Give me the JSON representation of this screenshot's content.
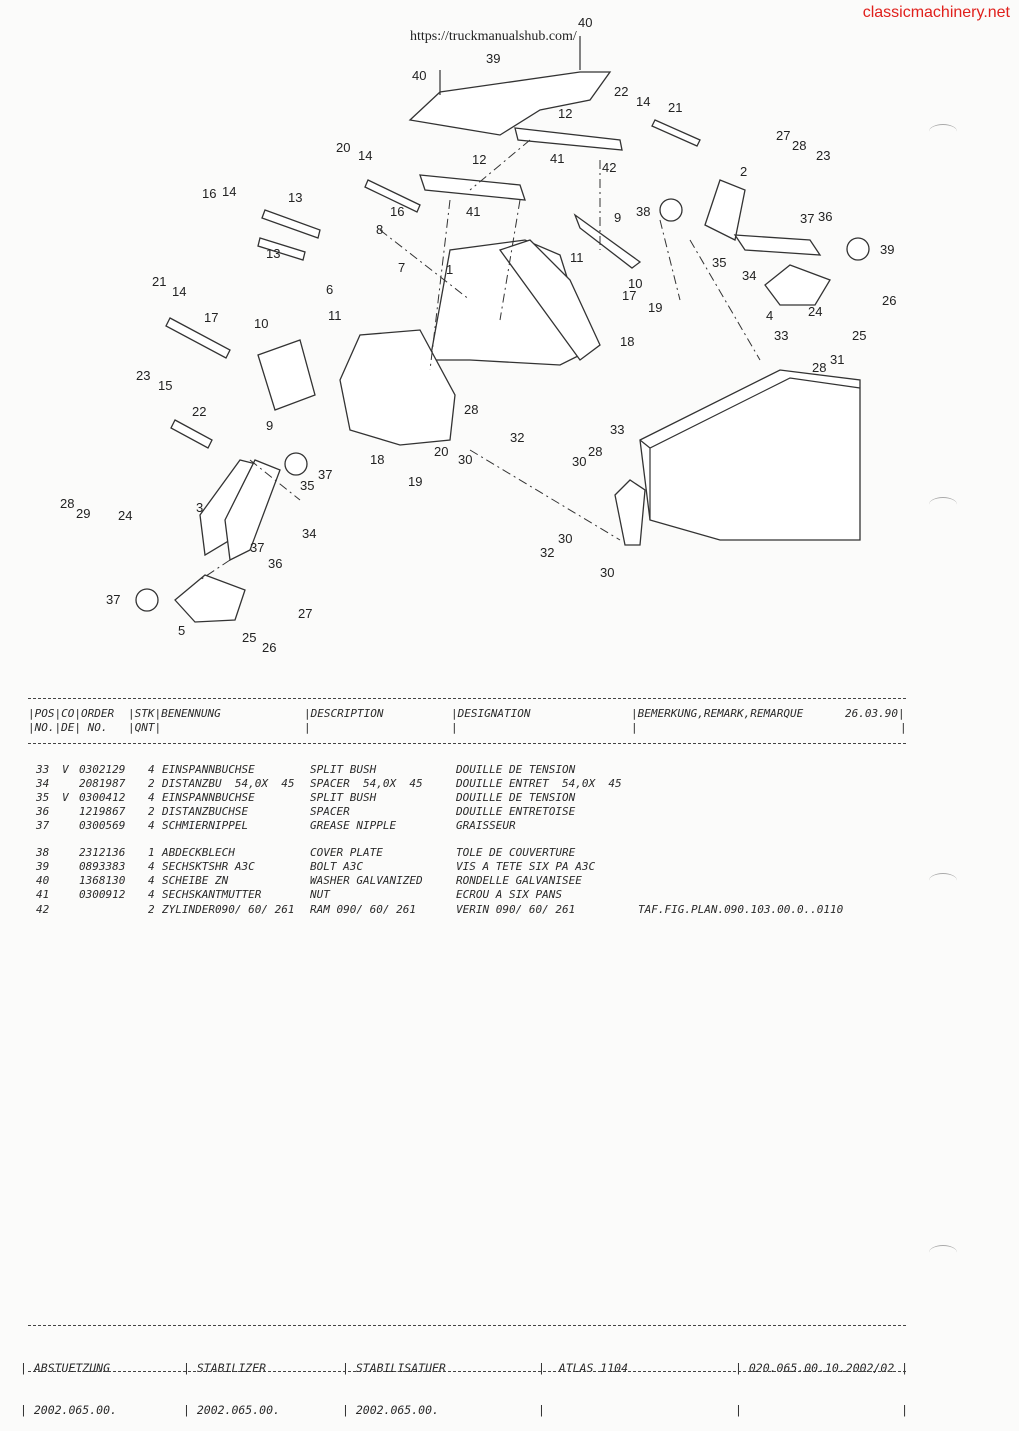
{
  "watermark": "classicmachinery.net",
  "url": "https://truckmanualshub.com/",
  "callouts": [
    "1",
    "2",
    "3",
    "4",
    "5",
    "6",
    "7",
    "8",
    "9",
    "9",
    "10",
    "10",
    "11",
    "11",
    "12",
    "12",
    "13",
    "13",
    "14",
    "14",
    "14",
    "14",
    "15",
    "16",
    "16",
    "17",
    "17",
    "18",
    "18",
    "19",
    "19",
    "20",
    "20",
    "21",
    "21",
    "22",
    "22",
    "23",
    "23",
    "24",
    "24",
    "25",
    "25",
    "26",
    "26",
    "27",
    "27",
    "28",
    "28",
    "28",
    "28",
    "28",
    "29",
    "30",
    "30",
    "30",
    "30",
    "31",
    "32",
    "32",
    "33",
    "33",
    "34",
    "34",
    "35",
    "35",
    "36",
    "36",
    "37",
    "37",
    "37",
    "37",
    "38",
    "39",
    "39",
    "40",
    "40",
    "41",
    "41",
    "42"
  ],
  "table": {
    "header_row1": [
      "|POS|CO|ORDER",
      "|STK|BENENNUNG",
      "|DESCRIPTION",
      "|DESIGNATION",
      "|BEMERKUNG,REMARK,REMARQUE",
      "26.03.90|"
    ],
    "header_row2": [
      "|NO.|DE| NO.",
      "|QNT|",
      "|",
      "|",
      "|",
      "|"
    ],
    "rows": [
      {
        "pos": "33",
        "co": "V",
        "order": "0302129",
        "qty": "4",
        "benennung": "EINSPANNBUCHSE",
        "description": "SPLIT BUSH",
        "designation": "DOUILLE DE TENSION",
        "remark": ""
      },
      {
        "pos": "34",
        "co": "",
        "order": "2081987",
        "qty": "2",
        "benennung": "DISTANZBU  54,0X  45",
        "description": "SPACER  54,0X  45",
        "designation": "DOUILLE ENTRET  54,0X  45",
        "remark": ""
      },
      {
        "pos": "35",
        "co": "V",
        "order": "0300412",
        "qty": "4",
        "benennung": "EINSPANNBUCHSE",
        "description": "SPLIT BUSH",
        "designation": "DOUILLE DE TENSION",
        "remark": ""
      },
      {
        "pos": "36",
        "co": "",
        "order": "1219867",
        "qty": "2",
        "benennung": "DISTANZBUCHSE",
        "description": "SPACER",
        "designation": "DOUILLE ENTRETOISE",
        "remark": ""
      },
      {
        "pos": "37",
        "co": "",
        "order": "0300569",
        "qty": "4",
        "benennung": "SCHMIERNIPPEL",
        "description": "GREASE NIPPLE",
        "designation": "GRAISSEUR",
        "remark": ""
      },
      {
        "pos": "38",
        "co": "",
        "order": "2312136",
        "qty": "1",
        "benennung": "ABDECKBLECH",
        "description": "COVER PLATE",
        "designation": "TOLE DE COUVERTURE",
        "remark": ""
      },
      {
        "pos": "39",
        "co": "",
        "order": "0893383",
        "qty": "4",
        "benennung": "SECHSKTSHR A3C",
        "description": "BOLT A3C",
        "designation": "VIS A TETE SIX PA A3C",
        "remark": ""
      },
      {
        "pos": "40",
        "co": "",
        "order": "1368130",
        "qty": "4",
        "benennung": "SCHEIBE ZN",
        "description": "WASHER GALVANIZED",
        "designation": "RONDELLE GALVANISEE",
        "remark": ""
      },
      {
        "pos": "41",
        "co": "",
        "order": "0300912",
        "qty": "4",
        "benennung": "SECHSKANTMUTTER",
        "description": "NUT",
        "designation": "ECROU A SIX PANS",
        "remark": ""
      },
      {
        "pos": "42",
        "co": "",
        "order": "",
        "qty": "2",
        "benennung": "ZYLINDER090/ 60/ 261",
        "description": "RAM 090/ 60/ 261",
        "designation": "VERIN 090/ 60/ 261",
        "remark": "TAF.FIG.PLAN.090.103.00.0..0110"
      }
    ]
  },
  "footer": {
    "cells": [
      {
        "line1": "| ABSTUETZUNG",
        "line2": "| 2002.065.00."
      },
      {
        "line1": "| STABILIZER",
        "line2": "| 2002.065.00."
      },
      {
        "line1": "| STABILISATUER",
        "line2": "| 2002.065.00."
      },
      {
        "line1": "|  ATLAS 1104",
        "line2": "|"
      },
      {
        "line1": "| 020.065.00.10.2002/02 |",
        "line2": "|                       |"
      }
    ]
  }
}
